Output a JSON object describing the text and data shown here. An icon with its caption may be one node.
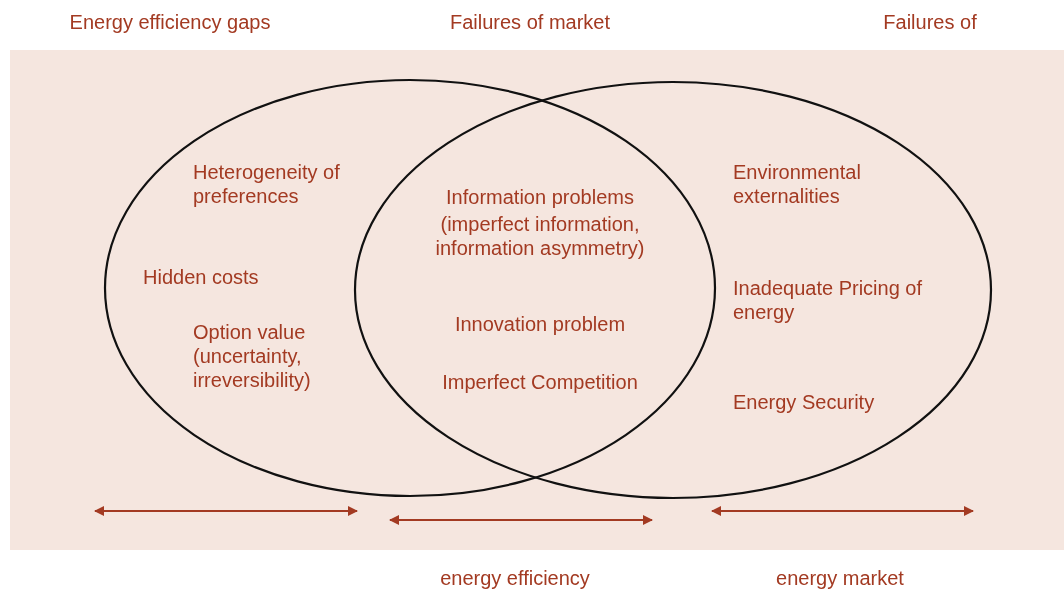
{
  "diagram": {
    "nodes": [
      {
        "text": [
          "Heterogeneity of preferences",
          "Hidden costs",
          "Option value (uncertainty, irreversibility)"
        ]
      },
      {
        "text": [
          "Environmental externalities",
          "Inadequate Pricing of energy",
          "Energy Security"
        ]
      }
    ],
    "labels": [
      "Energy efficiency gaps",
      "Failures of market",
      "Failures of",
      "Information problems",
      "(imperfect information, information asymmetry)",
      "Innovation problem",
      "Imperfect Competition",
      "energy efficiency",
      "energy market"
    ]
  }
}
